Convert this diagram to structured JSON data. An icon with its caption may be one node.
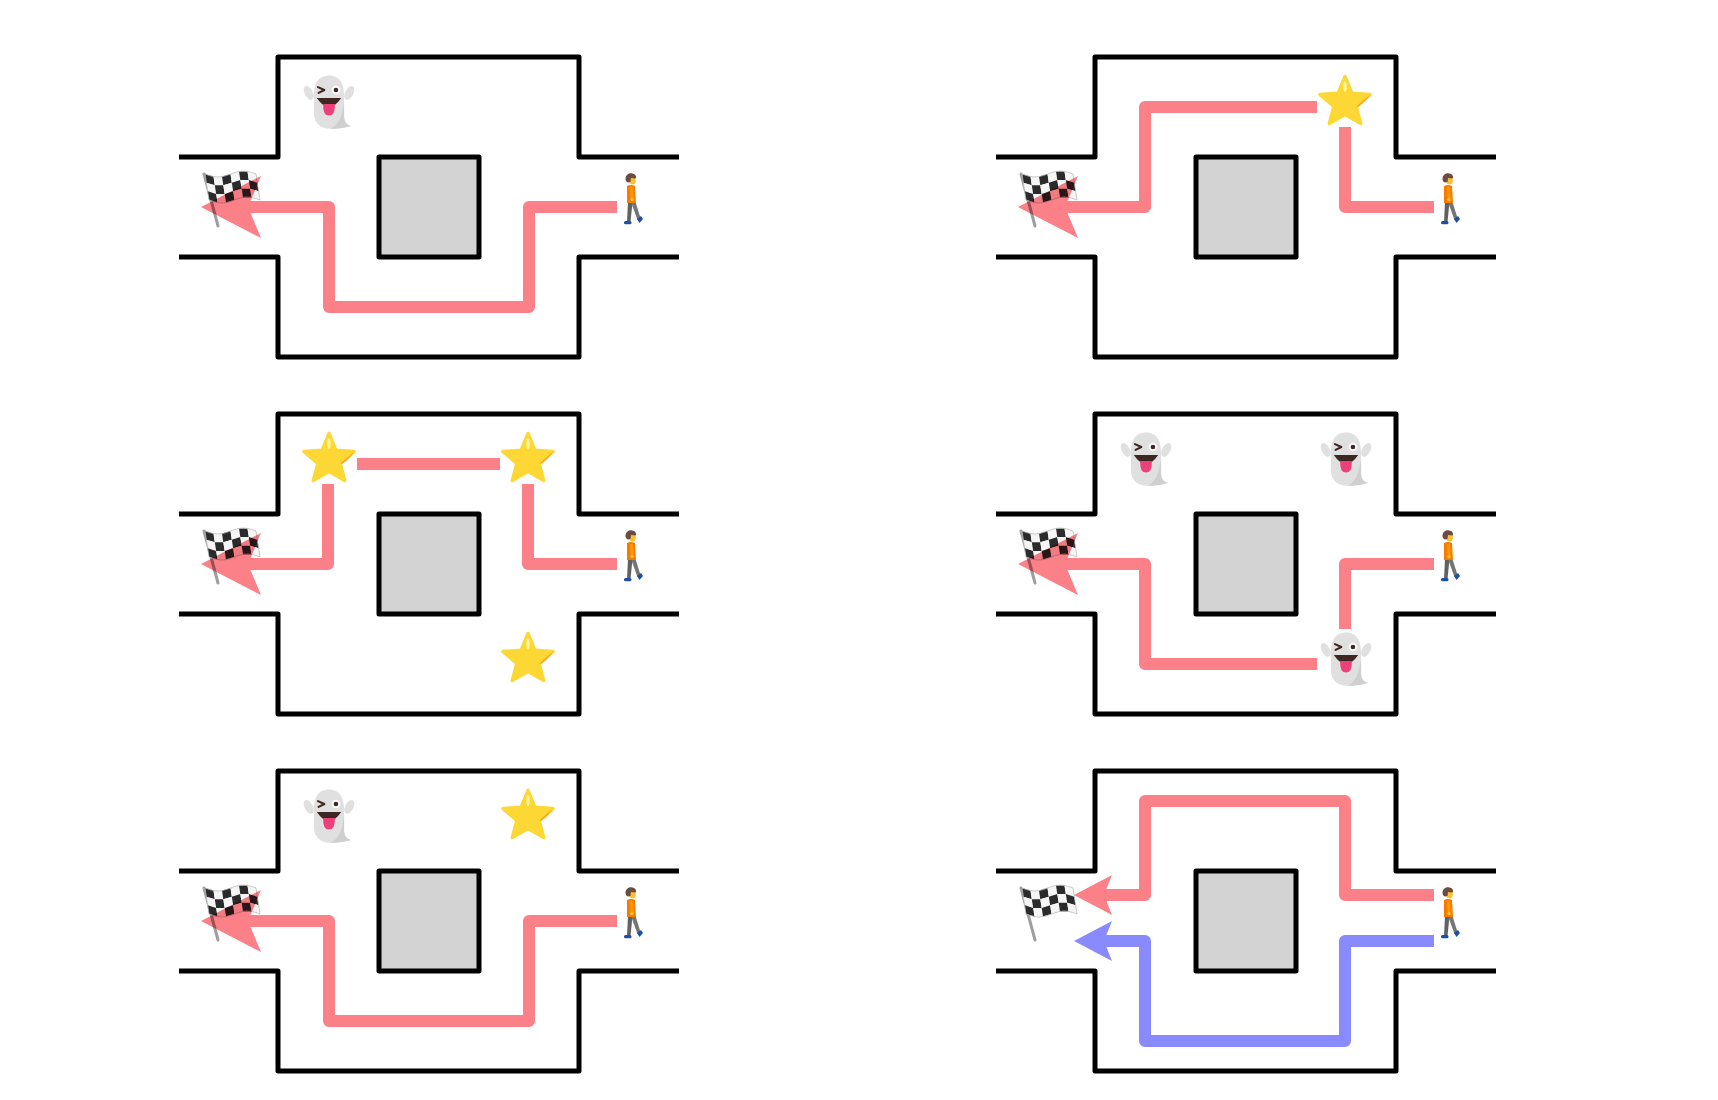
{
  "diagram": {
    "nodes": [
      {
        "text": [],
        "shape": "ghost"
      },
      {
        "text": [],
        "shape": "flag"
      },
      {
        "text": [],
        "shape": "person"
      },
      {
        "text": [],
        "shape": "star"
      },
      {
        "text": [],
        "shape": "flag"
      },
      {
        "text": [],
        "shape": "person"
      },
      {
        "text": [],
        "shape": "star"
      },
      {
        "text": [],
        "shape": "star"
      },
      {
        "text": [],
        "shape": "flag"
      },
      {
        "text": [],
        "shape": "person"
      },
      {
        "text": [],
        "shape": "star"
      },
      {
        "text": [],
        "shape": "ghost"
      },
      {
        "text": [],
        "shape": "ghost"
      },
      {
        "text": [],
        "shape": "flag"
      },
      {
        "text": [],
        "shape": "person"
      },
      {
        "text": [],
        "shape": "ghost"
      },
      {
        "text": [],
        "shape": "ghost"
      },
      {
        "text": [],
        "shape": "star"
      },
      {
        "text": [],
        "shape": "flag"
      },
      {
        "text": [],
        "shape": "person"
      },
      {
        "text": [],
        "shape": "flag"
      },
      {
        "text": [],
        "shape": "person"
      }
    ],
    "edges": [
      {
        "from": 2,
        "to": 1,
        "arrow": "to"
      },
      {
        "from": 5,
        "to": 3,
        "arrow": "none"
      },
      {
        "from": 3,
        "to": 4,
        "arrow": "to"
      },
      {
        "from": 9,
        "to": 7,
        "arrow": "none"
      },
      {
        "from": 7,
        "to": 6,
        "arrow": "none"
      },
      {
        "from": 6,
        "to": 8,
        "arrow": "to"
      },
      {
        "from": 14,
        "to": 15,
        "arrow": "none"
      },
      {
        "from": 15,
        "to": 13,
        "arrow": "to"
      },
      {
        "from": 19,
        "to": 18,
        "arrow": "to"
      },
      {
        "from": 21,
        "to": 20,
        "arrow": "to"
      },
      {
        "from": 21,
        "to": 20,
        "arrow": "to",
        "color": "#8a8aff"
      }
    ]
  }
}
